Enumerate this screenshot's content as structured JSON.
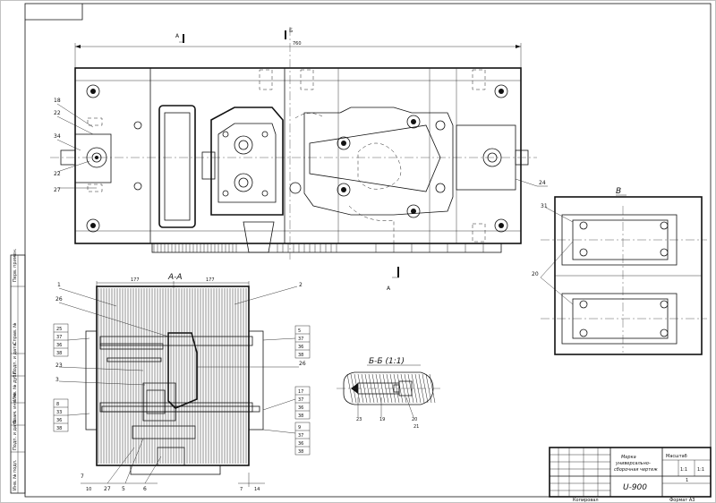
{
  "drawing": {
    "dimensions": {
      "overall_length": "760",
      "left_half": "177",
      "right_half": "177"
    },
    "section_marks": {
      "a_top": "А",
      "b_top": "Б",
      "a_bottom": "А"
    },
    "views": {
      "section_aa": "А-А",
      "section_bb": "Б-Б (1:1)",
      "view_v": "В"
    },
    "callouts_plan": {
      "left": [
        "18",
        "22",
        "34",
        "22",
        "27"
      ],
      "right": [
        "24"
      ]
    },
    "callouts_section": {
      "left_top": [
        "1",
        "26"
      ],
      "left_stack1": [
        "25",
        "37",
        "36",
        "38"
      ],
      "left_single": [
        "23",
        "3"
      ],
      "left_stack2": [
        "8",
        "33",
        "36",
        "38"
      ],
      "right_top": "2",
      "right_stack1": [
        "5",
        "37",
        "36",
        "38"
      ],
      "right_single": "26",
      "right_stack2": [
        "17",
        "37",
        "36",
        "38"
      ],
      "right_stack3": [
        "9",
        "37",
        "36",
        "38"
      ],
      "bottom": [
        "7",
        "10",
        "27",
        "5",
        "6"
      ],
      "bottom_dim": [
        "7",
        "14"
      ]
    },
    "callouts_bb": [
      "23",
      "19",
      "20",
      "21"
    ],
    "callouts_view_v": [
      "31",
      "20"
    ],
    "title_block": {
      "name_lines": [
        "Мерка",
        "универсально-",
        "сборочная чертеж"
      ],
      "designation": "U-900",
      "scale_label": "Масштаб",
      "mass_value": "1:1",
      "sheet": "1:1",
      "sheets_total": "1",
      "footer_left": "Копировал",
      "footer_right": "Формат A3"
    },
    "side_strip_labels": [
      "Перв. примен.",
      "Справ. №",
      "Подп. и дата",
      "Инв. № дубл.",
      "Взам. инв. №",
      "Подп. и дата",
      "Инв. № подл."
    ]
  }
}
